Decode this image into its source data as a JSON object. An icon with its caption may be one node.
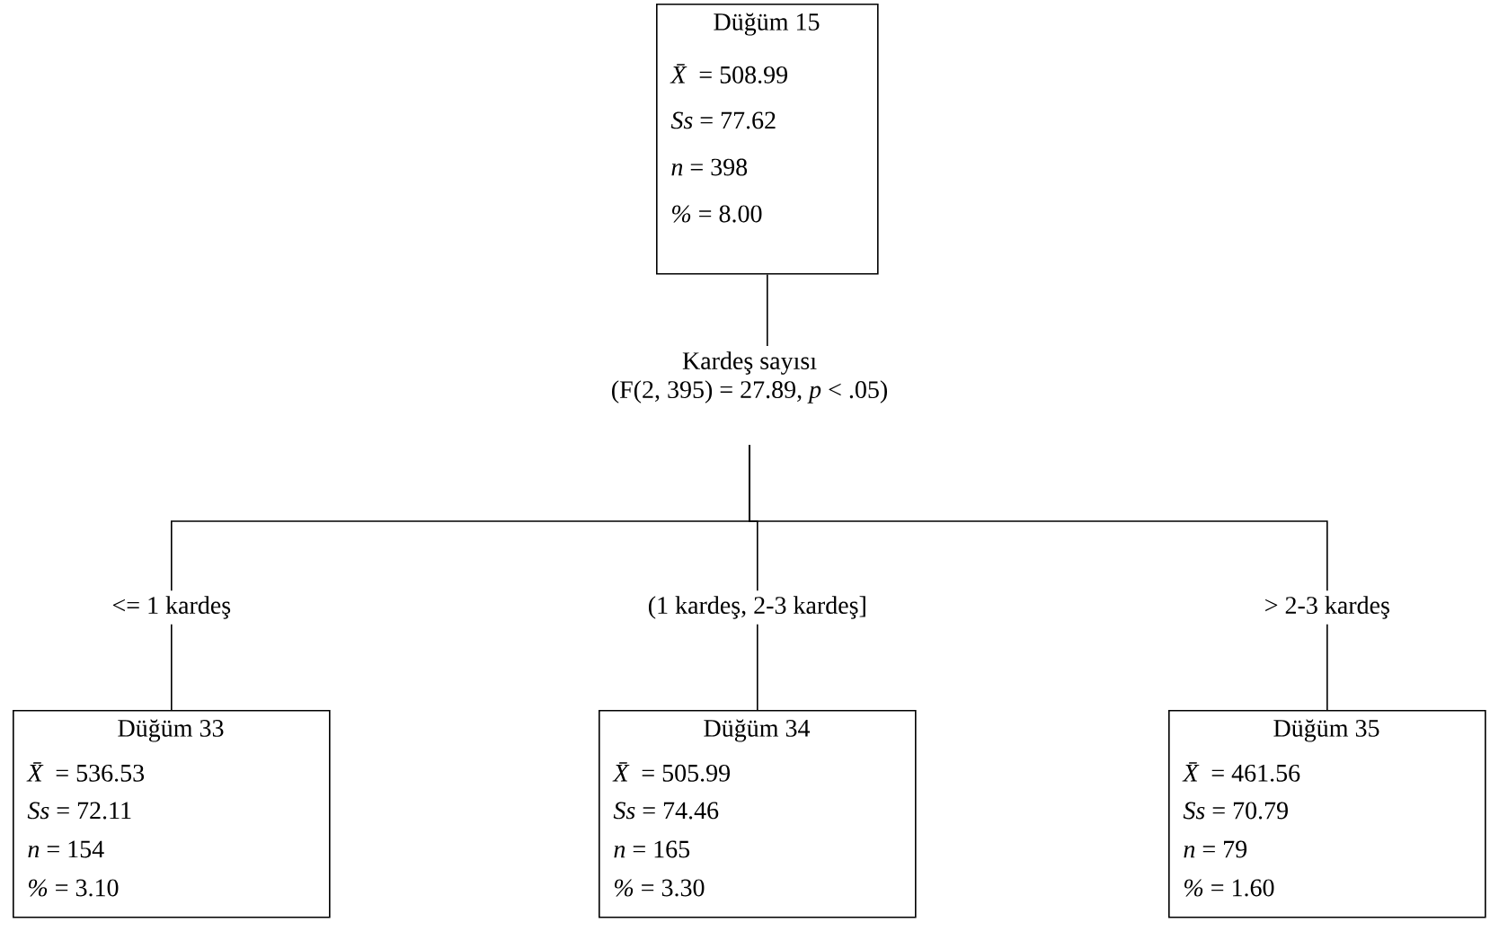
{
  "diagram": {
    "nodes": [
      {
        "text": [
          "Düğüm 15",
          "*X̄* = 508.99",
          "*Ss* = 77.62",
          "*n* = 398",
          "*%* = 8.00"
        ]
      },
      {
        "text": [
          "Kardeş sayısı",
          "(F(2, 395) = 27.89, *p* < .05)"
        ]
      },
      {
        "text": [
          "Düğüm 33",
          "*X̄* = 536.53",
          "*Ss* = 72.11",
          "*n* = 154",
          "*%* = 3.10"
        ]
      },
      {
        "text": [
          "Düğüm 34",
          "*X̄* = 505.99",
          "*Ss* = 74.46",
          "*n* = 165",
          "*%* = 3.30"
        ]
      },
      {
        "text": [
          "Düğüm 35",
          "*X̄* = 461.56",
          "*Ss* = 70.79",
          "*n* = 79",
          "*%* = 1.60"
        ]
      }
    ],
    "edges": [
      {
        "from": 0,
        "to": 1,
        "arrow": "none"
      },
      {
        "from": 1,
        "to": 2,
        "arrow": "none",
        "label": "<= 1 kardeş"
      },
      {
        "from": 1,
        "to": 3,
        "arrow": "none",
        "label": "(1 kardeş, 2-3 kardeş]"
      },
      {
        "from": 1,
        "to": 4,
        "arrow": "none",
        "label": "> 2-3 kardeş"
      }
    ]
  }
}
